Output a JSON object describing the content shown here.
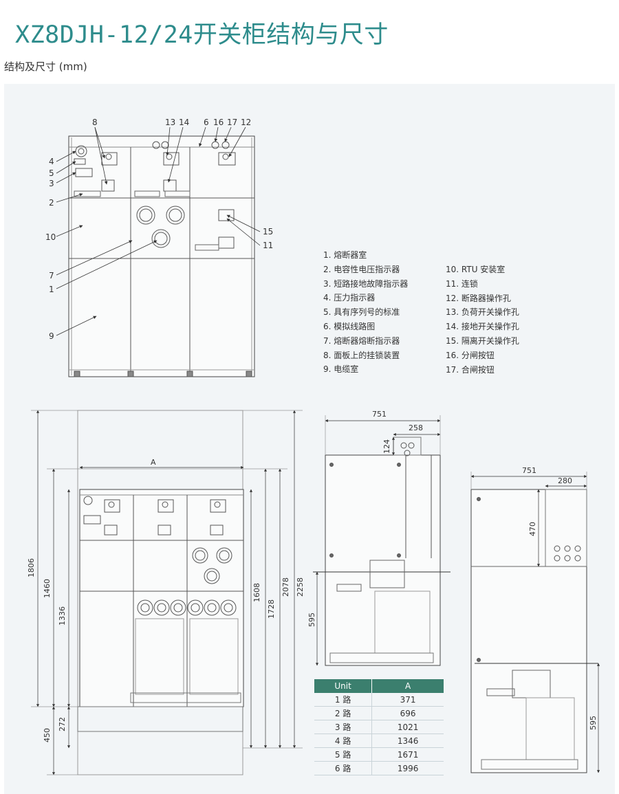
{
  "header": {
    "title": "XZ8DJH-12/24开关柜结构与尺寸",
    "subtitle": "结构及尺寸 (mm)"
  },
  "front_view_callouts": [
    "8",
    "13",
    "14",
    "6",
    "16",
    "17",
    "12",
    "4",
    "5",
    "3",
    "2",
    "10",
    "15",
    "11",
    "7",
    "1",
    "9"
  ],
  "legend": {
    "left": [
      "1. 熔断器室",
      "2. 电容性电压指示器",
      "3. 短路接地故障指示器",
      "4. 压力指示器",
      "5. 具有序列号的标准",
      "6. 模拟线路图",
      "7. 熔断器熔断指示器",
      "8. 面板上的挂锁装置",
      "9. 电缆室"
    ],
    "right": [
      "10. RTU 安装室",
      "11. 连锁",
      "12. 断路器操作孔",
      "13. 负荷开关操作孔",
      "14. 接地开关操作孔",
      "15. 隔离开关操作孔",
      "16. 分闸按钮",
      "17. 合闸按钮"
    ]
  },
  "dimensions": {
    "front": {
      "width_label": "A",
      "left": [
        "1806",
        "1460",
        "1336",
        "450",
        "272"
      ],
      "right": [
        "1608",
        "1728",
        "2078",
        "2258"
      ]
    },
    "side_middle": {
      "width": "751",
      "top_depth": "258",
      "top_height": "124",
      "bottom_height": "595"
    },
    "side_right": {
      "width": "751",
      "top_depth": "280",
      "top_height": "470",
      "bottom_height": "595"
    }
  },
  "unit_table": {
    "headers": [
      "Unit",
      "A"
    ],
    "rows": [
      [
        "1 路",
        "371"
      ],
      [
        "2 路",
        "696"
      ],
      [
        "3 路",
        "1021"
      ],
      [
        "4 路",
        "1346"
      ],
      [
        "5 路",
        "1671"
      ],
      [
        "6 路",
        "1996"
      ]
    ]
  },
  "colors": {
    "title": "#2e8c8c",
    "table_header": "#3b7f6e",
    "panel": "#f2f5f7"
  }
}
